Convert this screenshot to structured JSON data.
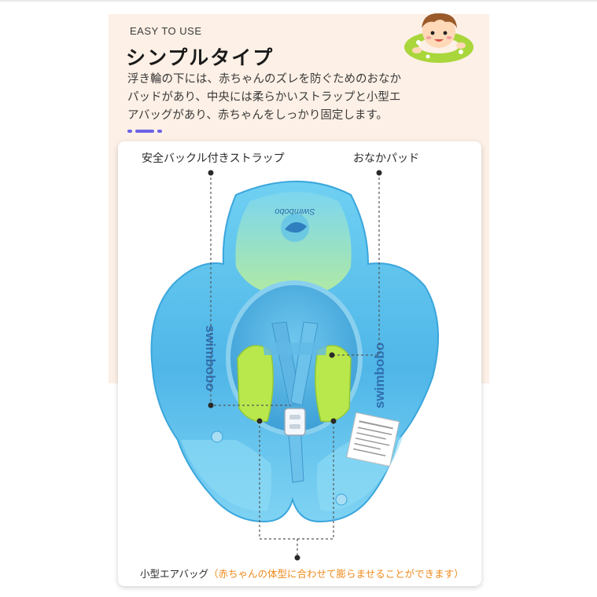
{
  "header": {
    "eyebrow": "EASY TO USE",
    "headline": "シンプルタイプ",
    "description_lines": [
      "浮き輪の下には、赤ちゃんのズレを防ぐためのおなか",
      "パッドがあり、中央には柔らかいストラップと小型エ",
      "アバッグがあり、赤ちゃんをしっかり固定します。"
    ]
  },
  "callouts": {
    "strap": "安全バックル付きストラップ",
    "belly_pad": "おなかパッド",
    "airbag": "小型エアバッグ",
    "airbag_note": "（赤ちゃんの体型に合わせて膨らませることができます）"
  },
  "product": {
    "brand_left": "swimbobo",
    "brand_right": "swimbobo",
    "top_logo": "Swimbobo"
  },
  "colors": {
    "accent": "#6e63e6",
    "note_orange": "#ef8a1c",
    "peach_bg": "#fdf0e6"
  }
}
